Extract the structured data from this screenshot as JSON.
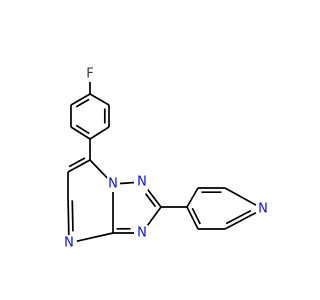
{
  "molecule": {
    "atom_colors": {
      "N": "#1010e6",
      "F": "#3a3a3a",
      "C": "#000000"
    },
    "labels": {
      "fluorine": "F",
      "n1": "N",
      "n2": "N",
      "n3": "N",
      "n4": "N",
      "n_pyridine": "N"
    }
  }
}
